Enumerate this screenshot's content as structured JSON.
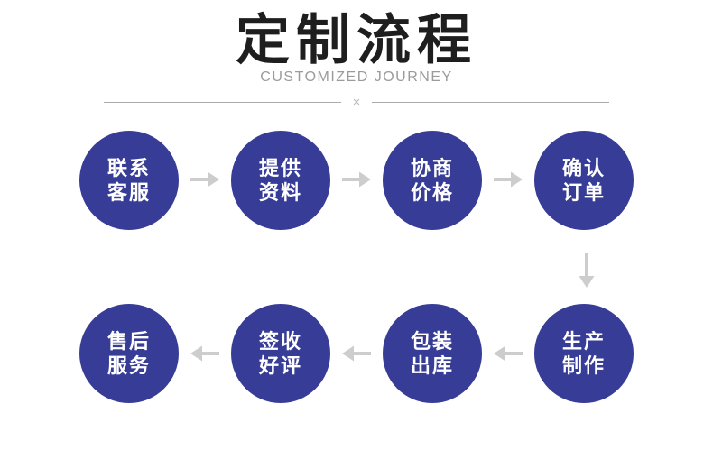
{
  "header": {
    "title": "定制流程",
    "subtitle": "CUSTOMIZED JOURNEY",
    "divider_mark": "×"
  },
  "flow": {
    "row1": [
      {
        "line1": "联系",
        "line2": "客服"
      },
      {
        "line1": "提供",
        "line2": "资料"
      },
      {
        "line1": "协商",
        "line2": "价格"
      },
      {
        "line1": "确认",
        "line2": "订单"
      }
    ],
    "row2": [
      {
        "line1": "售后",
        "line2": "服务"
      },
      {
        "line1": "签收",
        "line2": "好评"
      },
      {
        "line1": "包装",
        "line2": "出库"
      },
      {
        "line1": "生产",
        "line2": "制作"
      }
    ]
  },
  "colors": {
    "circle": "#373c96",
    "arrow": "#cdcdcd",
    "title": "#1e1e1e",
    "subtitle": "#9b9b9b",
    "line": "#ababab",
    "xmark": "#b4b9bf"
  }
}
